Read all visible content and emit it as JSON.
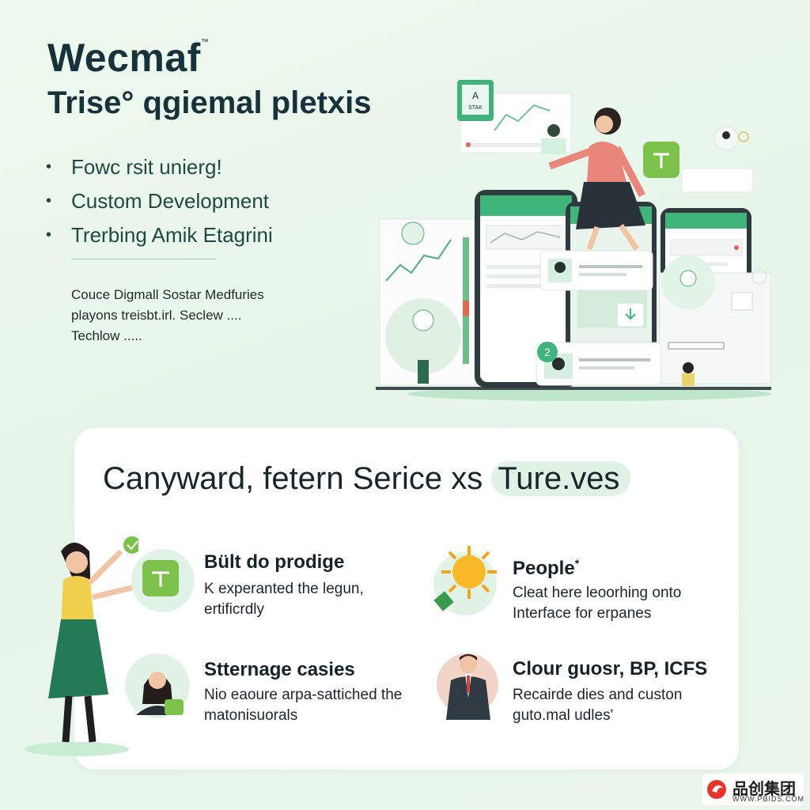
{
  "header": {
    "brand": "Wecmaf",
    "brand_mark": "™",
    "headline": "Trise° qgiemal pletxis"
  },
  "bullets": [
    {
      "marker": "•",
      "text": "Fowc rsit unierg!"
    },
    {
      "marker": "•",
      "text": "Custom Development"
    },
    {
      "marker": "•",
      "text": "Trerbing Amik Etagrini"
    }
  ],
  "blurb": {
    "line1": "Couce Digmall Sostar Medfuries",
    "line2": "playons treisbt.irl. Seclew   ....",
    "line3": "Techlow ....."
  },
  "illustration": {
    "card_badge_letter": "A",
    "card_badge_text": "STAK",
    "step_number": "2"
  },
  "panel": {
    "title_plain": "Canyward, fetern Serice xs ",
    "title_highlight": "Ture.ves",
    "features": [
      {
        "title": "Bült do prodige",
        "line1": "K experanted the legun,",
        "line2": "ertificrdly"
      },
      {
        "title": "People",
        "title_mark": "*",
        "line1": "Cleat here leoorhing onto",
        "line2": "Interface for erpanes"
      },
      {
        "title": "Stternage casies",
        "line1": "Nio eaoure arpa-sattiched the",
        "line2": "matonisuorals"
      },
      {
        "title": "Clour guosr, BP, ICFS",
        "line1": "Recairde dies and custon",
        "line2": "guto.mal udles'"
      }
    ]
  },
  "watermark": {
    "cn": "品创集团",
    "url": "WWW.PBIDS.COM"
  },
  "colors": {
    "accent": "#3cb878",
    "accent_light": "#dff2e5",
    "dark": "#17323a",
    "lime": "#7cc24a"
  },
  "icons": [
    "touch-hand-icon",
    "sun-icon",
    "woman-avatar-icon",
    "businessman-avatar-icon"
  ]
}
